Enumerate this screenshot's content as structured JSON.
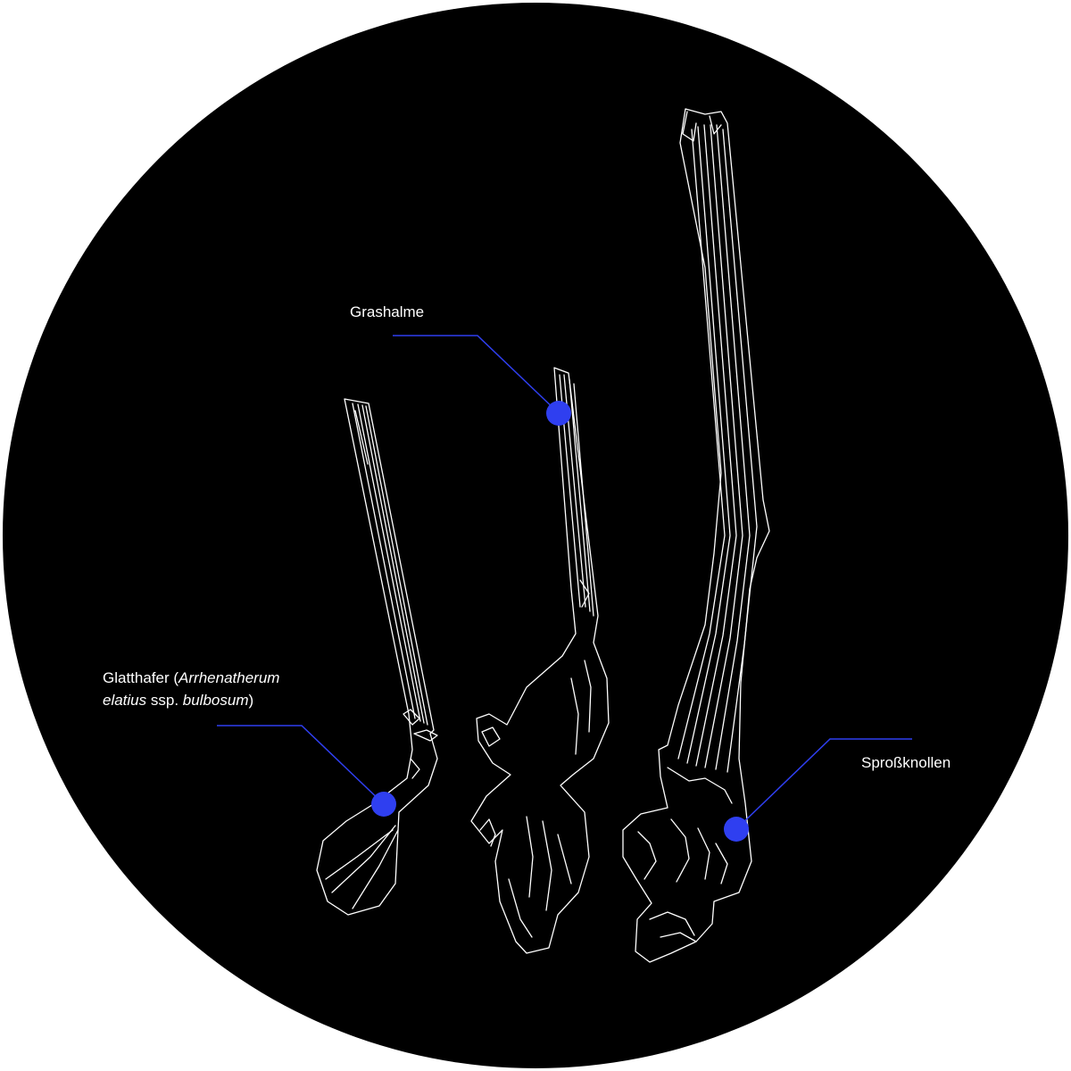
{
  "colors": {
    "background": "#000000",
    "outline": "#ffffff",
    "accent": "#2f3ff0",
    "page": "#ffffff"
  },
  "labels": {
    "grashalme": "Grashalme",
    "glatthafer": {
      "part1": "Glatthafer (",
      "italic1": "Arrhenatherum",
      "part2": "elatius",
      "part3": " ssp. ",
      "italic2": "bulbosum",
      "part4": ")"
    },
    "sprossknollen": "Sproßknollen"
  }
}
